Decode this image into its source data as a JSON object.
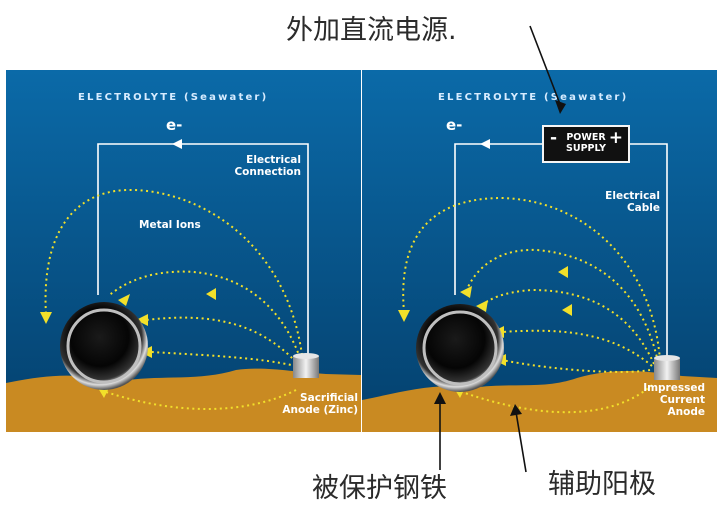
{
  "annotations": {
    "power_source": "外加直流电源.",
    "protected_steel": "被保护钢铁",
    "auxiliary_anode": "辅助阳极"
  },
  "left_panel": {
    "title": "ELECTROLYTE (Seawater)",
    "electron": "e-",
    "connection_label_1": "Electrical",
    "connection_label_2": "Connection",
    "ions_label": "Metal Ions",
    "anode_label_1": "Sacrificial",
    "anode_label_2": "Anode (Zinc)"
  },
  "right_panel": {
    "title": "ELECTROLYTE (Seawater)",
    "electron": "e-",
    "power_label_1": "POWER",
    "power_label_2": "SUPPLY",
    "minus": "-",
    "plus": "+",
    "cable_label_1": "Electrical",
    "cable_label_2": "Cable",
    "anode_label_1": "Impressed",
    "anode_label_2": "Current",
    "anode_label_3": "Anode"
  },
  "colors": {
    "water_top": "#0a69a6",
    "water_bottom": "#043f6c",
    "seabed": "#c98a22",
    "current_arrows": "#f2e02a",
    "wire": "#ffffff"
  }
}
